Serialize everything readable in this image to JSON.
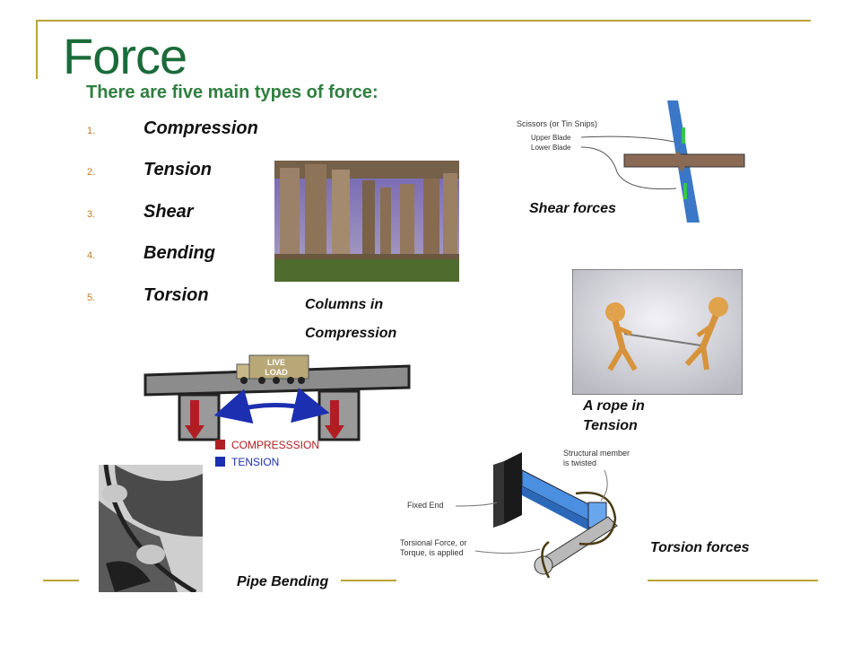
{
  "slide": {
    "title": "Force",
    "subtitle": "There are five main types of force:",
    "list": [
      {
        "num": "1.",
        "text": "Compression"
      },
      {
        "num": "2.",
        "text": "Tension"
      },
      {
        "num": "3.",
        "text": "Shear"
      },
      {
        "num": "4.",
        "text": "Bending"
      },
      {
        "num": "5.",
        "text": "Torsion"
      }
    ]
  },
  "captions": {
    "columns_line1": "Columns in",
    "columns_line2": "Compression",
    "shear": "Shear forces",
    "rope_line1": "A rope in",
    "rope_line2": "Tension",
    "pipe": "Pipe Bending",
    "torsion": "Torsion forces"
  },
  "shear_figure": {
    "label1": "Scissors (or Tin Snips)",
    "label2": "Upper Blade",
    "label3": "Lower Blade"
  },
  "bridge_figure": {
    "load_line1": "LIVE",
    "load_line2": "LOAD",
    "legend_compression": "COMPRESSSION",
    "legend_tension": "TENSION",
    "compression_color": "#b01e23",
    "tension_color": "#1c2fb0"
  },
  "torsion_figure": {
    "label_member_1": "Structural member",
    "label_member_2": "is twisted",
    "label_fixed": "Fixed End",
    "label_force_1": "Torsional Force, or",
    "label_force_2": "Torque, is applied"
  },
  "colors": {
    "title": "#1b6b3a",
    "subtitle": "#2f7f3f",
    "accent_rule": "#b9a436",
    "list_number": "#c07b2a"
  }
}
